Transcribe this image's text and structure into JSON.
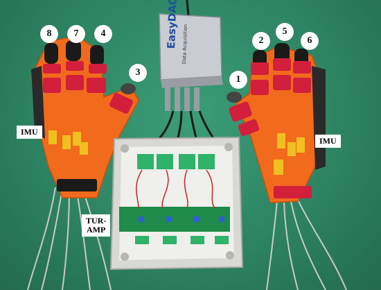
{
  "labels": {
    "finger_numbers": [
      "1",
      "2",
      "3",
      "4",
      "5",
      "6",
      "7",
      "8"
    ],
    "imu_left": "IMU",
    "imu_right": "IMU",
    "amplifier_line1": "TUR-",
    "amplifier_line2": "AMP"
  },
  "device": {
    "brand": "EasyDAQ",
    "subtitle": "Data Acquisition"
  },
  "colors": {
    "background": "#2d8463",
    "glove": "#f26a1c",
    "strap": "#d21f3c",
    "imu": "#f0c020",
    "terminal": "#2fb36a",
    "board": "#1f8a4a"
  }
}
